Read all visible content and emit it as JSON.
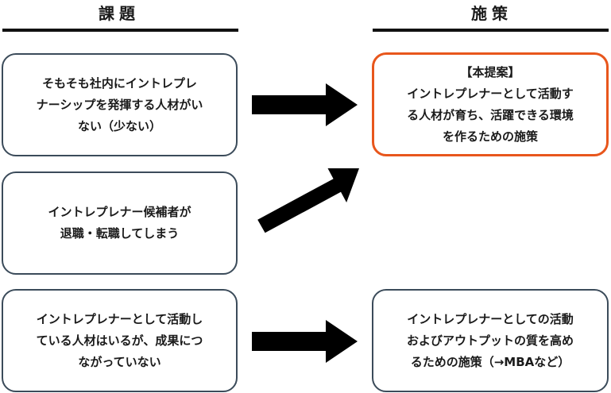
{
  "headers": {
    "issues": "課題",
    "measures": "施策"
  },
  "issues": [
    {
      "text": "そもそも社内にイントレプレ\nナーシップを発揮する人材がい\nない（少ない）"
    },
    {
      "text": "イントレプレナー候補者が\n退職・転職してしまう"
    },
    {
      "text": "イントレプレナーとして活動し\nている人材はいるが、成果につ\nながっていない"
    }
  ],
  "measures": [
    {
      "text": "【本提案】\nイントレプレナーとして活動す\nる人材が育ち、活躍できる環境\nを作るための施策",
      "highlight": true
    },
    {
      "text": "イントレプレナーとしての活動\nおよびアウトプットの質を高め\nるための施策（→MBAなど）",
      "highlight": false
    }
  ],
  "colors": {
    "box_border": "#3b4b5a",
    "highlight_border": "#e8561c",
    "arrow": "#000000"
  }
}
